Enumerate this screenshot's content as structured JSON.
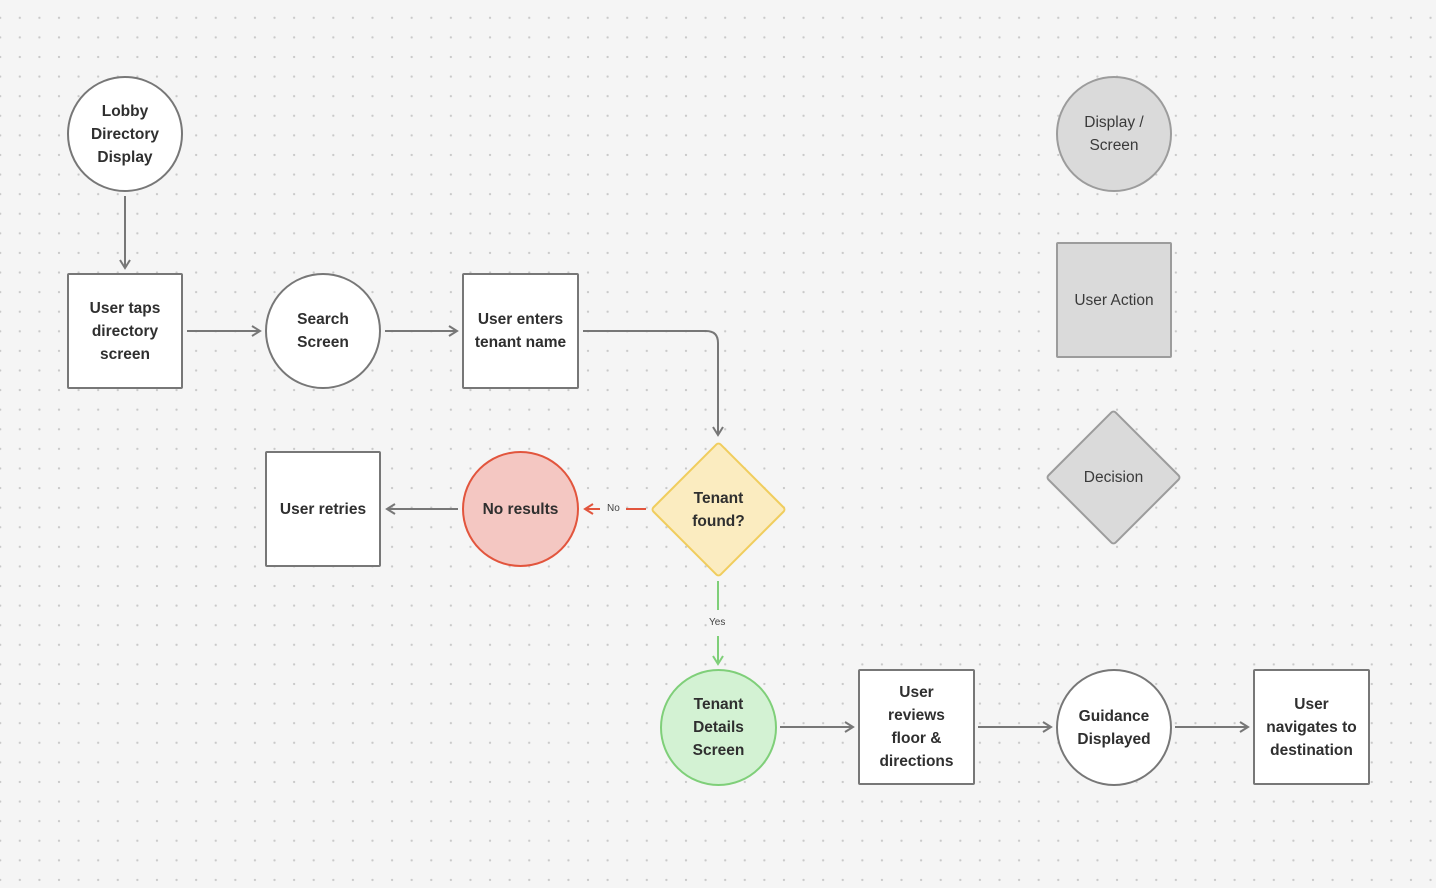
{
  "nodes": {
    "lobby": "Lobby\nDirectory\nDisplay",
    "taps": "User taps\ndirectory\nscreen",
    "search": "Search\nScreen",
    "enters": "User enters\ntenant name",
    "decision": "Tenant\nfound?",
    "no_results": "No results",
    "retries": "User retries",
    "details": "Tenant\nDetails\nScreen",
    "reviews": "User\nreviews\nfloor &\ndirections",
    "guidance": "Guidance\nDisplayed",
    "navigates": "User\nnavigates to\ndestination"
  },
  "edge_labels": {
    "no": "No",
    "yes": "Yes"
  },
  "legend": {
    "display": "Display /\nScreen",
    "action": "User Action",
    "decision": "Decision"
  },
  "colors": {
    "connector": "#777777",
    "no_path": "#e2553d",
    "yes_path": "#7fcf79",
    "decision_fill": "#fbecc0",
    "decision_border": "#f0cd5e",
    "legend_fill": "#dadada"
  }
}
